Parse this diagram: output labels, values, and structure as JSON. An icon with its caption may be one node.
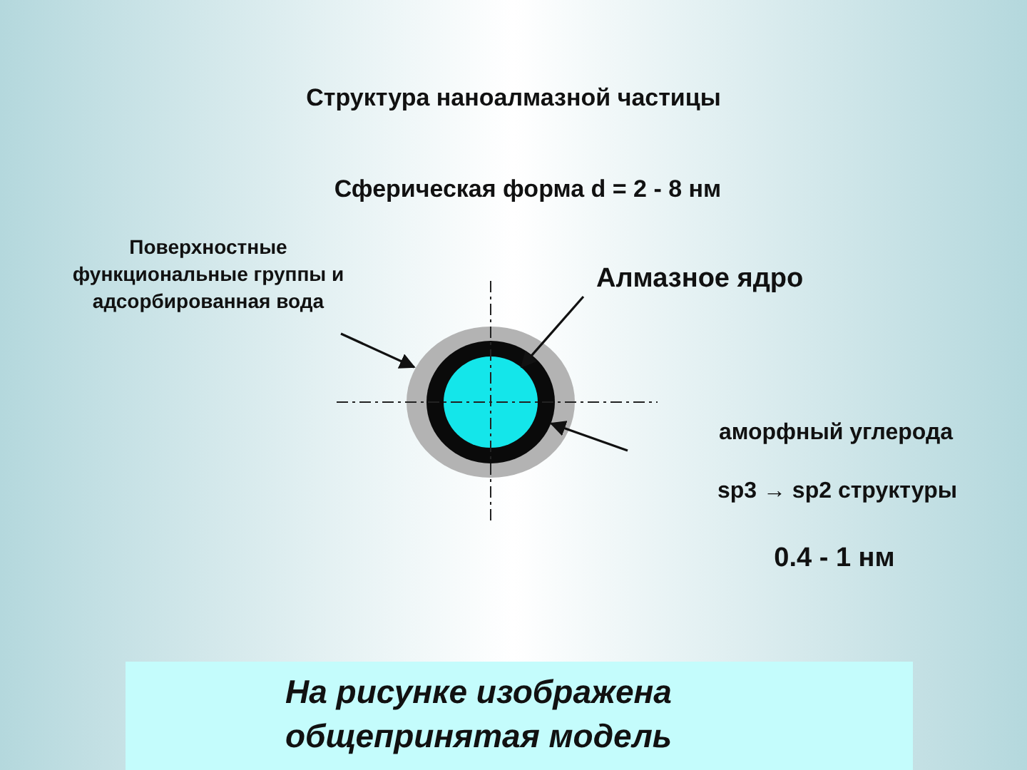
{
  "diagram": {
    "title": "Структура наноалмазной частицы",
    "nodes": [
      {
        "text": [
          "Поверхностные функциональные группы и адсорбированная вода"
        ]
      },
      {
        "text": [
          "Алмазное ядро"
        ]
      },
      {
        "text": [
          "аморфный углерода"
        ]
      },
      {
        "text": [],
        "shape": "circle"
      },
      {
        "text": [],
        "shape": "circle",
        "in": 3
      },
      {
        "text": [],
        "shape": "circle",
        "in": 4
      },
      {
        "text": [
          "На рисунке изображена общепринятая модель"
        ]
      }
    ],
    "edges": [
      {
        "from": 0,
        "to": 3,
        "arrow": "to"
      },
      {
        "from": 1,
        "to": 5,
        "arrow": "to"
      },
      {
        "from": 2,
        "to": 4,
        "arrow": "to"
      }
    ],
    "labels": [
      "Сферическая форма d = 2 - 8 нм",
      "sp3 → sp2  структуры",
      "0.4 - 1 нм"
    ]
  }
}
